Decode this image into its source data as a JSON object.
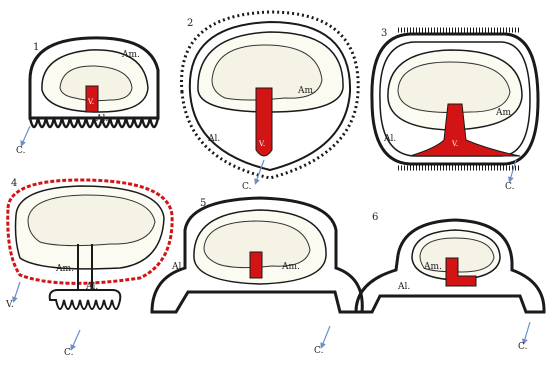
{
  "panels": [
    {
      "number": "1",
      "labels": {
        "amnion": "Am.",
        "allantois": "Al.",
        "cord": "C.",
        "vitelline": "V."
      }
    },
    {
      "number": "2",
      "labels": {
        "amnion": "Am.",
        "allantois": "Al.",
        "cord": "C.",
        "vitelline": "V."
      }
    },
    {
      "number": "3",
      "labels": {
        "amnion": "Am.",
        "allantois": "Al.",
        "cord": "C.",
        "vitelline": "V."
      }
    },
    {
      "number": "4",
      "labels": {
        "amnion": "Am.",
        "allantois": "Al.",
        "cord": "C.",
        "vitelline": "V."
      }
    },
    {
      "number": "5",
      "labels": {
        "amnion": "Am.",
        "allantois": "Al.",
        "cord": "C."
      }
    },
    {
      "number": "6",
      "labels": {
        "amnion": "Am.",
        "allantois": "Al.",
        "cord": "C."
      }
    }
  ],
  "colors": {
    "outline": "#1a1a1a",
    "vessel_red": "#d21414",
    "amnion_fill": "#fbfbf2",
    "arrow_blue": "#6b8fc9"
  }
}
